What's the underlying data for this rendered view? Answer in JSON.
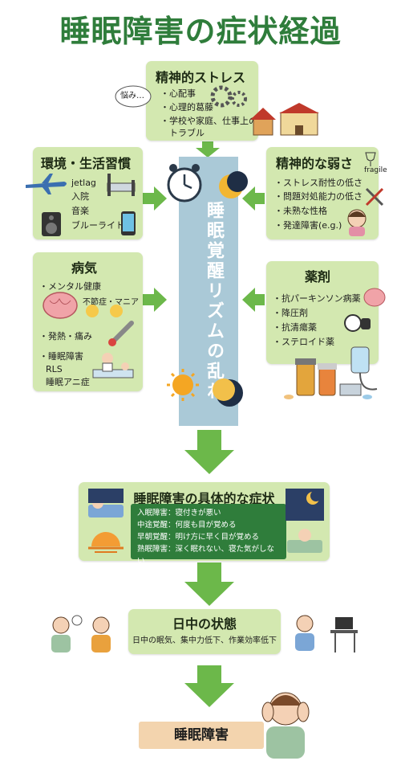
{
  "title": "睡眠障害の症状経過",
  "stress": {
    "heading": "精神的ストレス",
    "bubble": "悩み…",
    "items": [
      "・心配事",
      "・心理的葛藤",
      "・学校や家庭、仕事上の",
      "　トラブル"
    ]
  },
  "env": {
    "heading": "環境・生活習慣",
    "items": [
      "jetlag",
      "入院",
      "音楽",
      "ブルーライト"
    ]
  },
  "weak": {
    "heading": "精神的な弱さ",
    "tag": "fragile",
    "items": [
      "・ストレス耐性の低さ",
      "・問題対処能力の低さ",
      "・未熟な性格",
      "・発達障害(e.g.)"
    ]
  },
  "disease": {
    "heading": "病気",
    "items": [
      "・メンタル健康",
      "不節症・マニア",
      "・発熱・痛み",
      "・睡眠障害",
      "RLS",
      "睡眠アニ症"
    ]
  },
  "drugs": {
    "heading": "薬剤",
    "items": [
      "・抗パーキンソン病薬",
      "・降圧剤",
      "・抗清瘍薬",
      "・ステロイド薬"
    ]
  },
  "rhythm": {
    "label": "睡眠覚醒リズムの乱れ"
  },
  "symptoms": {
    "heading": "睡眠障害の具体的な症状",
    "lines": [
      "入眠障害：寝付きが悪い",
      "中途覚醒：何度も目が覚める",
      "早朝覚醒：明け方に早く目が覚める",
      "熟眠障害：深く眠れない、寝た気がしない"
    ]
  },
  "daytime": {
    "heading": "日中の状態",
    "text": "日中の眠気、集中力低下、作業効率低下"
  },
  "result": {
    "label": "睡眠障害"
  },
  "colors": {
    "title": "#2f7d3b",
    "box": "#d3e8b0",
    "arrow": "#6cb84a",
    "band": "#aac9d7",
    "symptom_panel": "#2f7d3b",
    "result": "#f3d4ae"
  }
}
